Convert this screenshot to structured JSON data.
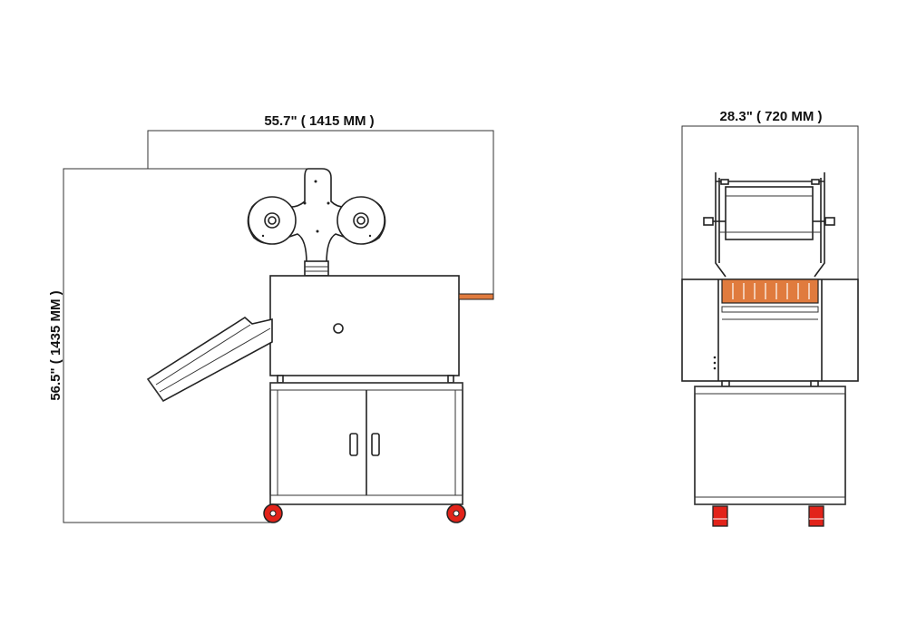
{
  "side_view": {
    "width_label": "55.7\" ( 1415 MM )",
    "height_label": "56.5\" ( 1435 MM )"
  },
  "front_view": {
    "width_label": "28.3\" ( 720 MM )"
  },
  "colors": {
    "line": "#222222",
    "accent_orange": "#e07b3e",
    "wheel_red": "#e2231a"
  }
}
